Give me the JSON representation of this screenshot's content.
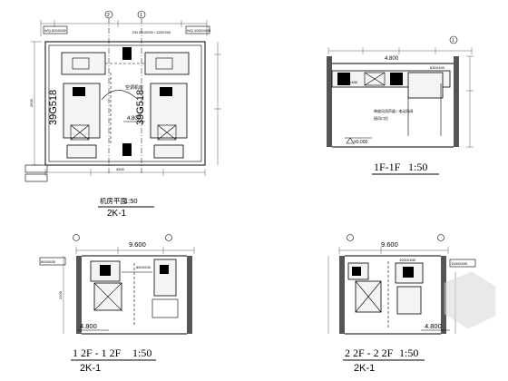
{
  "plan_main": {
    "title": "机房平面",
    "scale": "1:50",
    "subtitle": "2K-1",
    "room_label": "空调机房",
    "dim_center": "4.800",
    "equip_tag_left": "39G518",
    "equip_tag_right": "39G518",
    "duct_tag_top": "DN 320X200 / 320X200",
    "dim_left": "2500",
    "dim_bottom": "4500",
    "callout_top_left": "WQ 800X630",
    "callout_top_right": "WQ 1000X630",
    "axis_2": "2",
    "axis_1": "1"
  },
  "section_1": {
    "title": "1F-1F",
    "scale": "1:50",
    "level_value": "±0.000",
    "note_line1": "带放风消声器 / 电动风阀",
    "note_line2": "接风口位",
    "dim_height": "4.800",
    "tag_a": "630X400",
    "tag_b": "630X400",
    "axis": "1"
  },
  "section_2": {
    "title": "1 2F - 1 2F",
    "scale": "1:50",
    "subtitle": "2K-1",
    "dim_top": "9.600",
    "dim_bottom": "4.800",
    "tag_a": "800X630",
    "tag_b": "800X630",
    "dim_side": "1200"
  },
  "section_3": {
    "title": "2 2F - 2 2F",
    "scale": "1:50",
    "subtitle": "2K-1",
    "dim_top": "9.600",
    "dim_bottom": "4.800",
    "tag_a": "1000X630",
    "tag_b": "1000X630"
  }
}
